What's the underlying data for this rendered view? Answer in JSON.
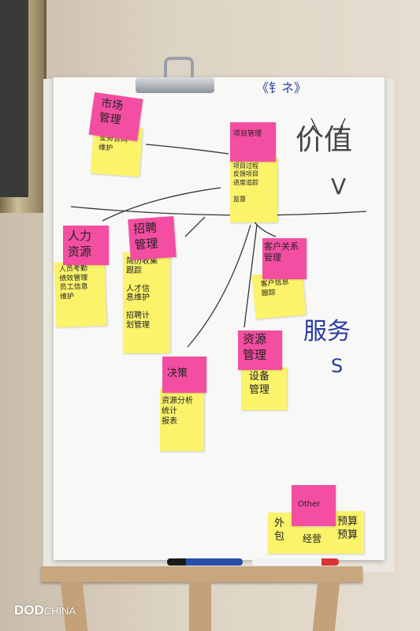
{
  "board": {
    "top_annotation": "《钅ネ》",
    "value_label": "价值",
    "v_label": "V",
    "service_label": "服务",
    "s_label": "S"
  },
  "notes": [
    {
      "id": "market",
      "header": "市场\n管理",
      "body": "业务合同\n维护"
    },
    {
      "id": "project",
      "header": "项目管理",
      "body": "项目过程\n反馈项目\n进度追踪\n\n监督"
    },
    {
      "id": "hr",
      "header": "人力\n资源",
      "body": "人员考勤\n绩效管理\n员工信息\n维护"
    },
    {
      "id": "recruit",
      "header": "招聘\n管理",
      "body": "简历收集\n跟踪\n\n人才信\n息维护\n\n招聘计\n划管理"
    },
    {
      "id": "customer",
      "header": "客户关系\n管理",
      "body": "客户信息\n跟踪"
    },
    {
      "id": "resource",
      "header": "资源\n管理",
      "body": "设备\n管理"
    },
    {
      "id": "decision",
      "header": "决策",
      "body": "资源分析\n统计\n报表"
    },
    {
      "id": "other",
      "header": "Other",
      "body_left": "外\n包",
      "body_mid": "经营",
      "body_right": "预算\n预算"
    }
  ],
  "logo": {
    "brand": "DOD",
    "suffix": "CHINA"
  },
  "colors": {
    "pink": "#f34ea2",
    "yellow": "#fbf36a",
    "paper": "#f8f8f6"
  }
}
